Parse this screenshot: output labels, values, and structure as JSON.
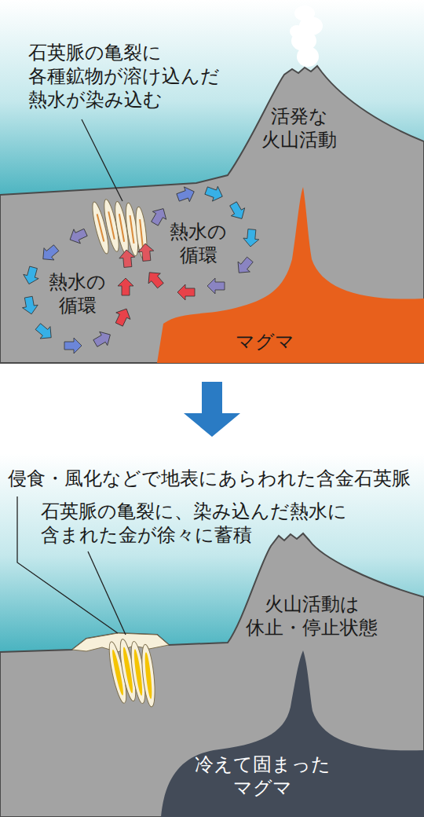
{
  "diagram": {
    "nodes": [
      {
        "text": [
          "石英脈の亀裂に 各種鉱物が溶け込んだ 熱水が染み込む",
          "活発な 火山活動",
          "熱水の 循環",
          "熱水の 循環",
          "マグマ"
        ]
      },
      {
        "text": [
          "侵食・風化などで地表にあらわれた含金石英脈",
          "石英脈の亀裂に、染み込んだ熱水に 含まれた金が徐々に蓄積",
          "火山活動は 休止・停止状態",
          "冷えて固まった マグマ"
        ]
      }
    ],
    "edges": [
      {
        "from": 0,
        "to": 1,
        "arrow": "to"
      }
    ]
  }
}
